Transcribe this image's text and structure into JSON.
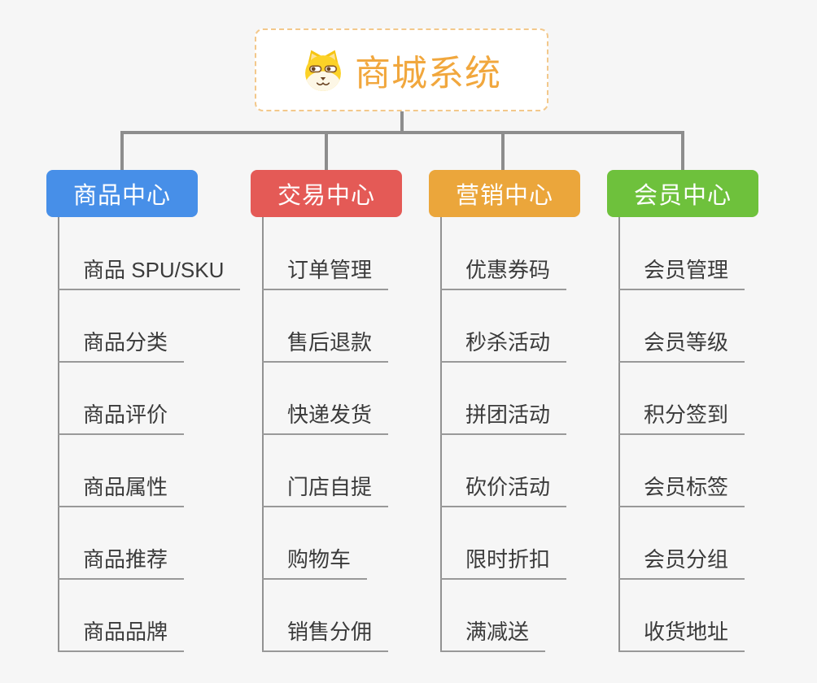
{
  "canvas": {
    "background_color": "#f6f6f6",
    "connector_color": "#8d8d8d",
    "leaf_line_color": "#999999",
    "leaf_text_color": "#3b3b3b"
  },
  "root": {
    "title": "商城系统",
    "icon": "dog-icon",
    "text_color": "#f1a73d",
    "border_color": "#f3c88b",
    "background_color": "#ffffff"
  },
  "branches": [
    {
      "label": "商品中心",
      "color": "#478fe8",
      "children": [
        "商品 SPU/SKU",
        "商品分类",
        "商品评价",
        "商品属性",
        "商品推荐",
        "商品品牌"
      ]
    },
    {
      "label": "交易中心",
      "color": "#e45a56",
      "children": [
        "订单管理",
        "售后退款",
        "快递发货",
        "门店自提",
        "购物车",
        "销售分佣"
      ]
    },
    {
      "label": "营销中心",
      "color": "#eba63b",
      "children": [
        "优惠券码",
        "秒杀活动",
        "拼团活动",
        "砍价活动",
        "限时折扣",
        "满减送"
      ]
    },
    {
      "label": "会员中心",
      "color": "#6ec13c",
      "children": [
        "会员管理",
        "会员等级",
        "积分签到",
        "会员标签",
        "会员分组",
        "收货地址"
      ]
    }
  ]
}
